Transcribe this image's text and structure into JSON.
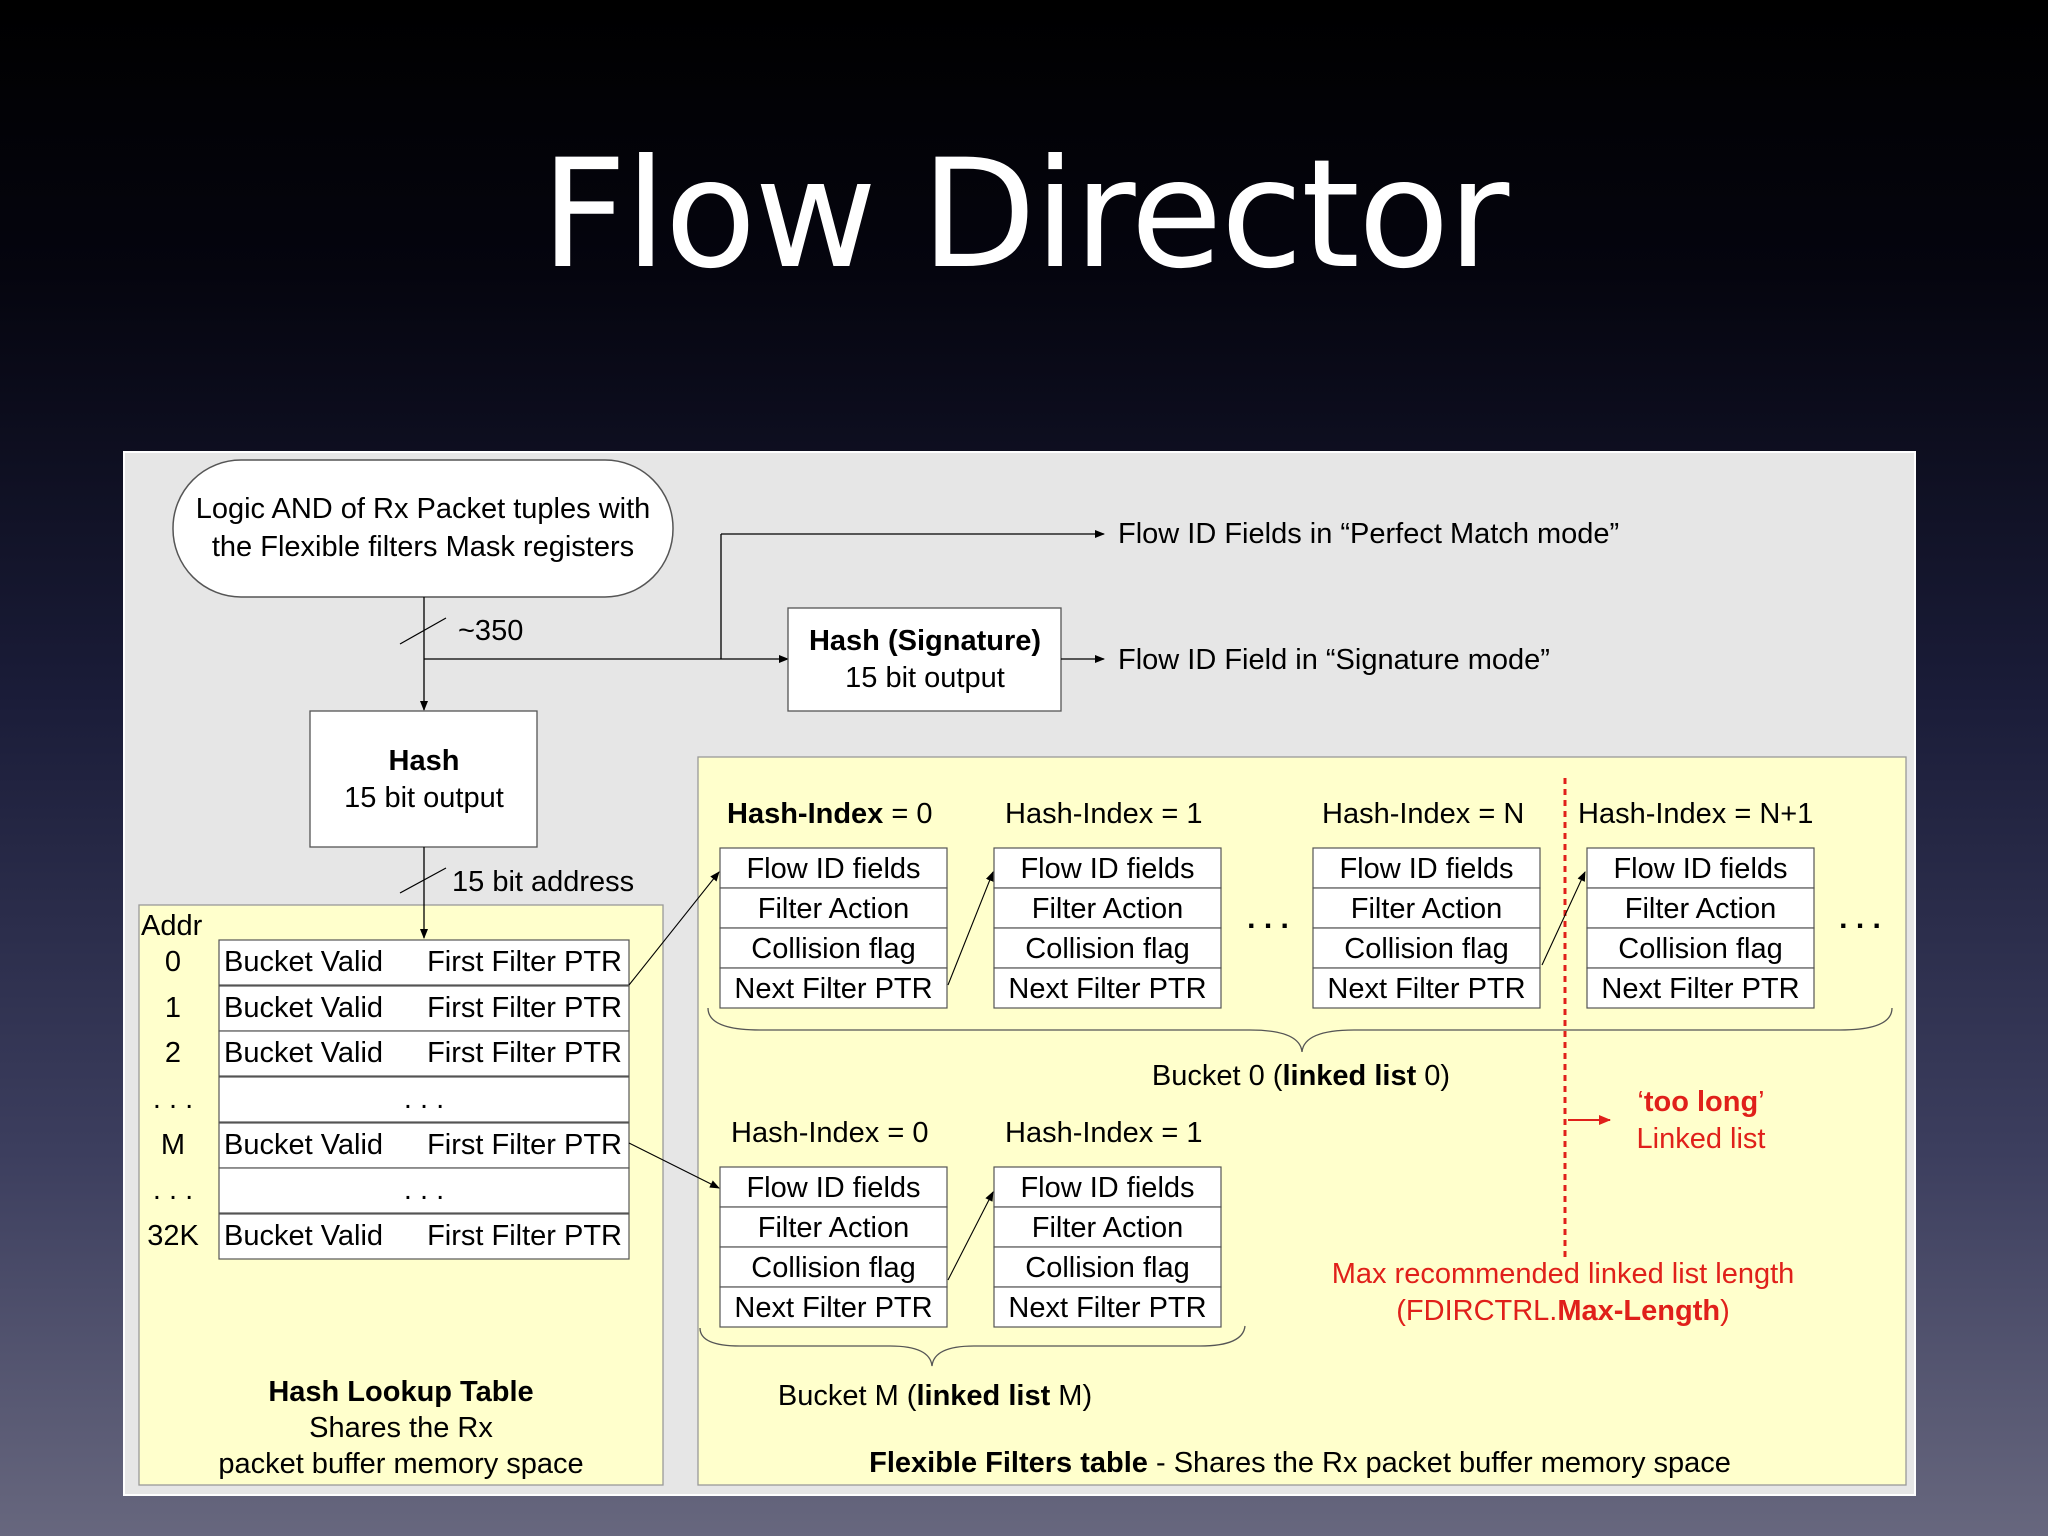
{
  "title": "Flow Director",
  "colors": {
    "panel_bg": "#e6e6e6",
    "table_bg": "#ffffcc",
    "red_accent": "#e0201a"
  },
  "input_oval": {
    "line1": "Logic AND of Rx Packet tuples with",
    "line2": "the Flexible filters Mask registers"
  },
  "bus_width_label": "~350",
  "address_label": "15 bit address",
  "hash_box": {
    "title": "Hash",
    "subtitle": "15 bit output"
  },
  "sig_hash_box": {
    "title": "Hash (Signature)",
    "subtitle": "15 bit output"
  },
  "outputs": {
    "perfect": "Flow ID Fields in “Perfect Match mode”",
    "signature": "Flow ID Field in “Signature mode”"
  },
  "lookup_table": {
    "addr_header": "Addr",
    "rows": [
      {
        "addr": "0",
        "valid": "Bucket Valid",
        "ptr": "First Filter PTR"
      },
      {
        "addr": "1",
        "valid": "Bucket Valid",
        "ptr": "First Filter PTR"
      },
      {
        "addr": "2",
        "valid": "Bucket Valid",
        "ptr": "First Filter PTR"
      },
      {
        "addr": ". . .",
        "gap": ". . ."
      },
      {
        "addr": "M",
        "valid": "Bucket Valid",
        "ptr": "First Filter PTR"
      },
      {
        "addr": ". . .",
        "gap": ". . ."
      },
      {
        "addr": "32K",
        "valid": "Bucket Valid",
        "ptr": "First Filter PTR"
      }
    ],
    "caption": [
      "Hash Lookup Table",
      "Shares the Rx",
      "packet buffer memory space"
    ]
  },
  "filter_fields": [
    "Flow ID fields",
    "Filter Action",
    "Collision flag",
    "Next Filter PTR"
  ],
  "bucket0": {
    "headers": [
      {
        "bold": "Hash-Index",
        "rest": " = 0"
      },
      {
        "bold": "",
        "rest": "Hash-Index = 1"
      },
      {
        "bold": "",
        "rest": "Hash-Index = N"
      },
      {
        "bold": "",
        "rest": "Hash-Index = N+1"
      }
    ],
    "caption": {
      "pre": "Bucket 0 (",
      "bold": "linked list",
      "post": " 0)"
    }
  },
  "bucketM": {
    "headers": [
      "Hash-Index = 0",
      "Hash-Index = 1"
    ],
    "caption": {
      "pre": "Bucket M (",
      "bold": "linked list",
      "post": " M)"
    }
  },
  "ellipsis": ". . .",
  "too_long": {
    "quote_open": "‘",
    "bold": "too long",
    "quote_close": "’",
    "line2": "Linked list"
  },
  "max_length": {
    "line1": "Max recommended linked list length",
    "pre": "(FDIRCTRL.",
    "bold": "Max-Length",
    "post": ")"
  },
  "filters_caption": {
    "bold": "Flexible Filters table",
    "rest": " - Shares the Rx packet buffer memory space"
  }
}
